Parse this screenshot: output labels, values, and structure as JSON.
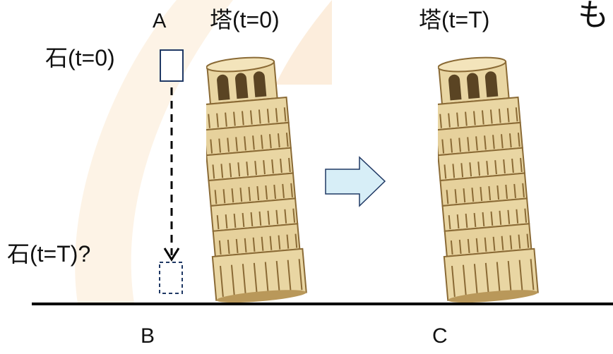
{
  "labels": {
    "point_a": "A",
    "point_b": "B",
    "point_c": "C",
    "tower_t0": "塔(t=0)",
    "tower_tT": "塔(t=T)",
    "stone_t0": "石(t=0)",
    "stone_tT": "石(t=T)?",
    "edge_glyph": "も"
  },
  "colors": {
    "stone_box": "#1f3864",
    "arrow_fill": "#d7eef7",
    "arrow_stroke": "#1f3864",
    "ground": "#000000",
    "tower_stone": "#e9d6a3",
    "tower_shade": "#b9985a",
    "tower_dark": "#5a4423",
    "bg_accent": "#fdf1e2"
  }
}
